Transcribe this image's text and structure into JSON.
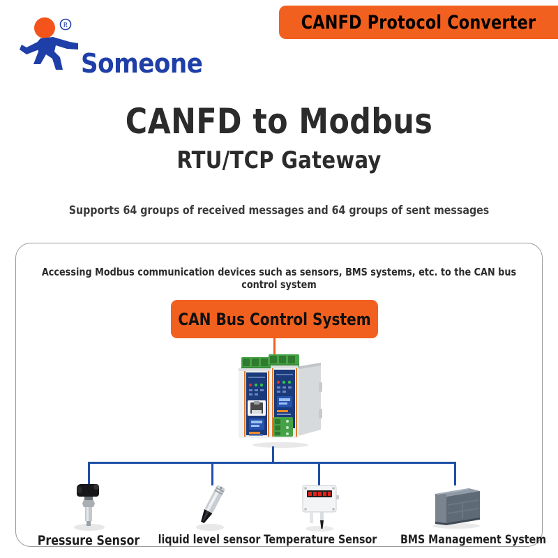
{
  "brand": {
    "name": "Someone",
    "registered_mark": "®",
    "logo_icon": "running-person-logo-icon",
    "logo_blue": "#1F3FA8",
    "logo_orange": "#F4541C"
  },
  "header": {
    "banner_title": "CANFD Protocol Converter",
    "banner_color": "#F2601F"
  },
  "hero": {
    "title": "CANFD to Modbus",
    "subtitle": "RTU/TCP Gateway",
    "tagline": "Supports 64 groups of received messages and 64 groups of sent messages"
  },
  "diagram": {
    "caption": "Accessing Modbus communication devices such as sensors, BMS systems, etc. to the CAN bus control system",
    "control_system": {
      "label": "CAN Bus Control System",
      "color": "#F2601F"
    },
    "gateway_device": {
      "icon": "canfd-gateway-device-icon",
      "panel_color": "#1B3A7A",
      "terminal_color": "#3C9B3C",
      "body_color": "#E4E6E8"
    },
    "bus_color": "#1F4FA8",
    "nodes": [
      {
        "label": "Pressure Sensor",
        "icon": "pressure-sensor-icon"
      },
      {
        "label": "liquid level sensor",
        "icon": "liquid-level-sensor-icon"
      },
      {
        "label": "Temperature Sensor",
        "icon": "temperature-sensor-icon"
      },
      {
        "label": "BMS Management System",
        "icon": "bms-management-system-icon"
      }
    ]
  }
}
